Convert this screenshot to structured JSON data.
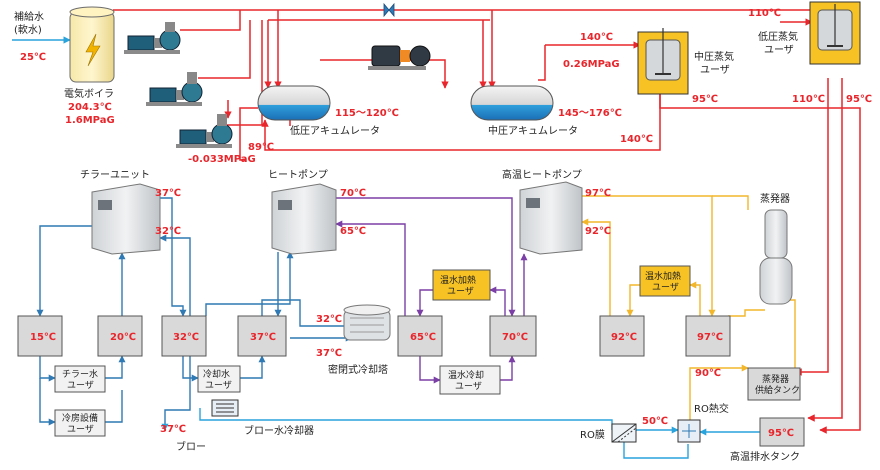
{
  "labels": {
    "makeup_water": "補給水",
    "soft_water": "(軟水)",
    "makeup_temp": "25℃",
    "boiler": "電気ボイラ",
    "boiler_temp": "204.3℃",
    "boiler_pressure": "1.6MPaG",
    "pump_temp": "89℃",
    "pump_pressure": "-0.033MPaG",
    "lp_acc": "低圧アキュムレータ",
    "lp_acc_temp": "115～120℃",
    "mp_acc": "中圧アキュムレータ",
    "mp_acc_temp": "145～176℃",
    "mp_steam_temp": "140℃",
    "mp_steam_pressure": "0.26MPaG",
    "mp_user": "中圧蒸気\nユーザ",
    "mp_user_out": "95℃",
    "mp_return": "140℃",
    "lp_steam_temp": "110℃",
    "lp_user": "低圧蒸気\nユーザ",
    "lp_out_a": "110℃",
    "lp_out_b": "95℃",
    "chiller_unit": "チラーユニット",
    "chiller_t1": "37℃",
    "chiller_t2": "32℃",
    "heat_pump": "ヒートポンプ",
    "hp_t1": "70℃",
    "hp_t2": "65℃",
    "ht_heat_pump": "高温ヒートポンプ",
    "hthp_t1": "97℃",
    "hthp_t2": "92℃",
    "evaporator": "蒸発器",
    "tank_15": "15℃",
    "tank_20": "20℃",
    "tank_32": "32℃",
    "tank_37": "37℃",
    "tank_65": "65℃",
    "tank_70": "70℃",
    "tank_92": "92℃",
    "tank_97": "97℃",
    "chiller_user": "チラー水\nユーザ",
    "cooling_user": "冷房設備\nユーザ",
    "cool_water_user": "冷却水\nユーザ",
    "ct_in": "32℃",
    "ct_out": "37℃",
    "cooling_tower": "密閉式冷却塔",
    "hot_heat_user": "温水加熱\nユーザ",
    "hot_cool_user": "温水冷却\nユーザ",
    "ht_heat_user": "温水加熱\nユーザ",
    "blow_temp": "37℃",
    "blow": "ブロー",
    "blow_cooler": "ブロー水冷却器",
    "ro_membrane": "RO膜",
    "ro_temp": "50℃",
    "ro_hx": "RO熱交",
    "ro_out_temp": "90℃",
    "evap_tank": "蒸発器\n供給タンク",
    "ht_drain_tank": "高温排水タンク",
    "drain_temp": "95℃"
  },
  "colors": {
    "steam": "#e8262c",
    "water": "#29a3dc",
    "chill": "#2f79b4",
    "hot": "#7b3fa6",
    "ht": "#f3b72b",
    "tank_fill": "#d9d9d9",
    "user_fill": "#f2f2f2",
    "label_red": "#e8262c"
  }
}
